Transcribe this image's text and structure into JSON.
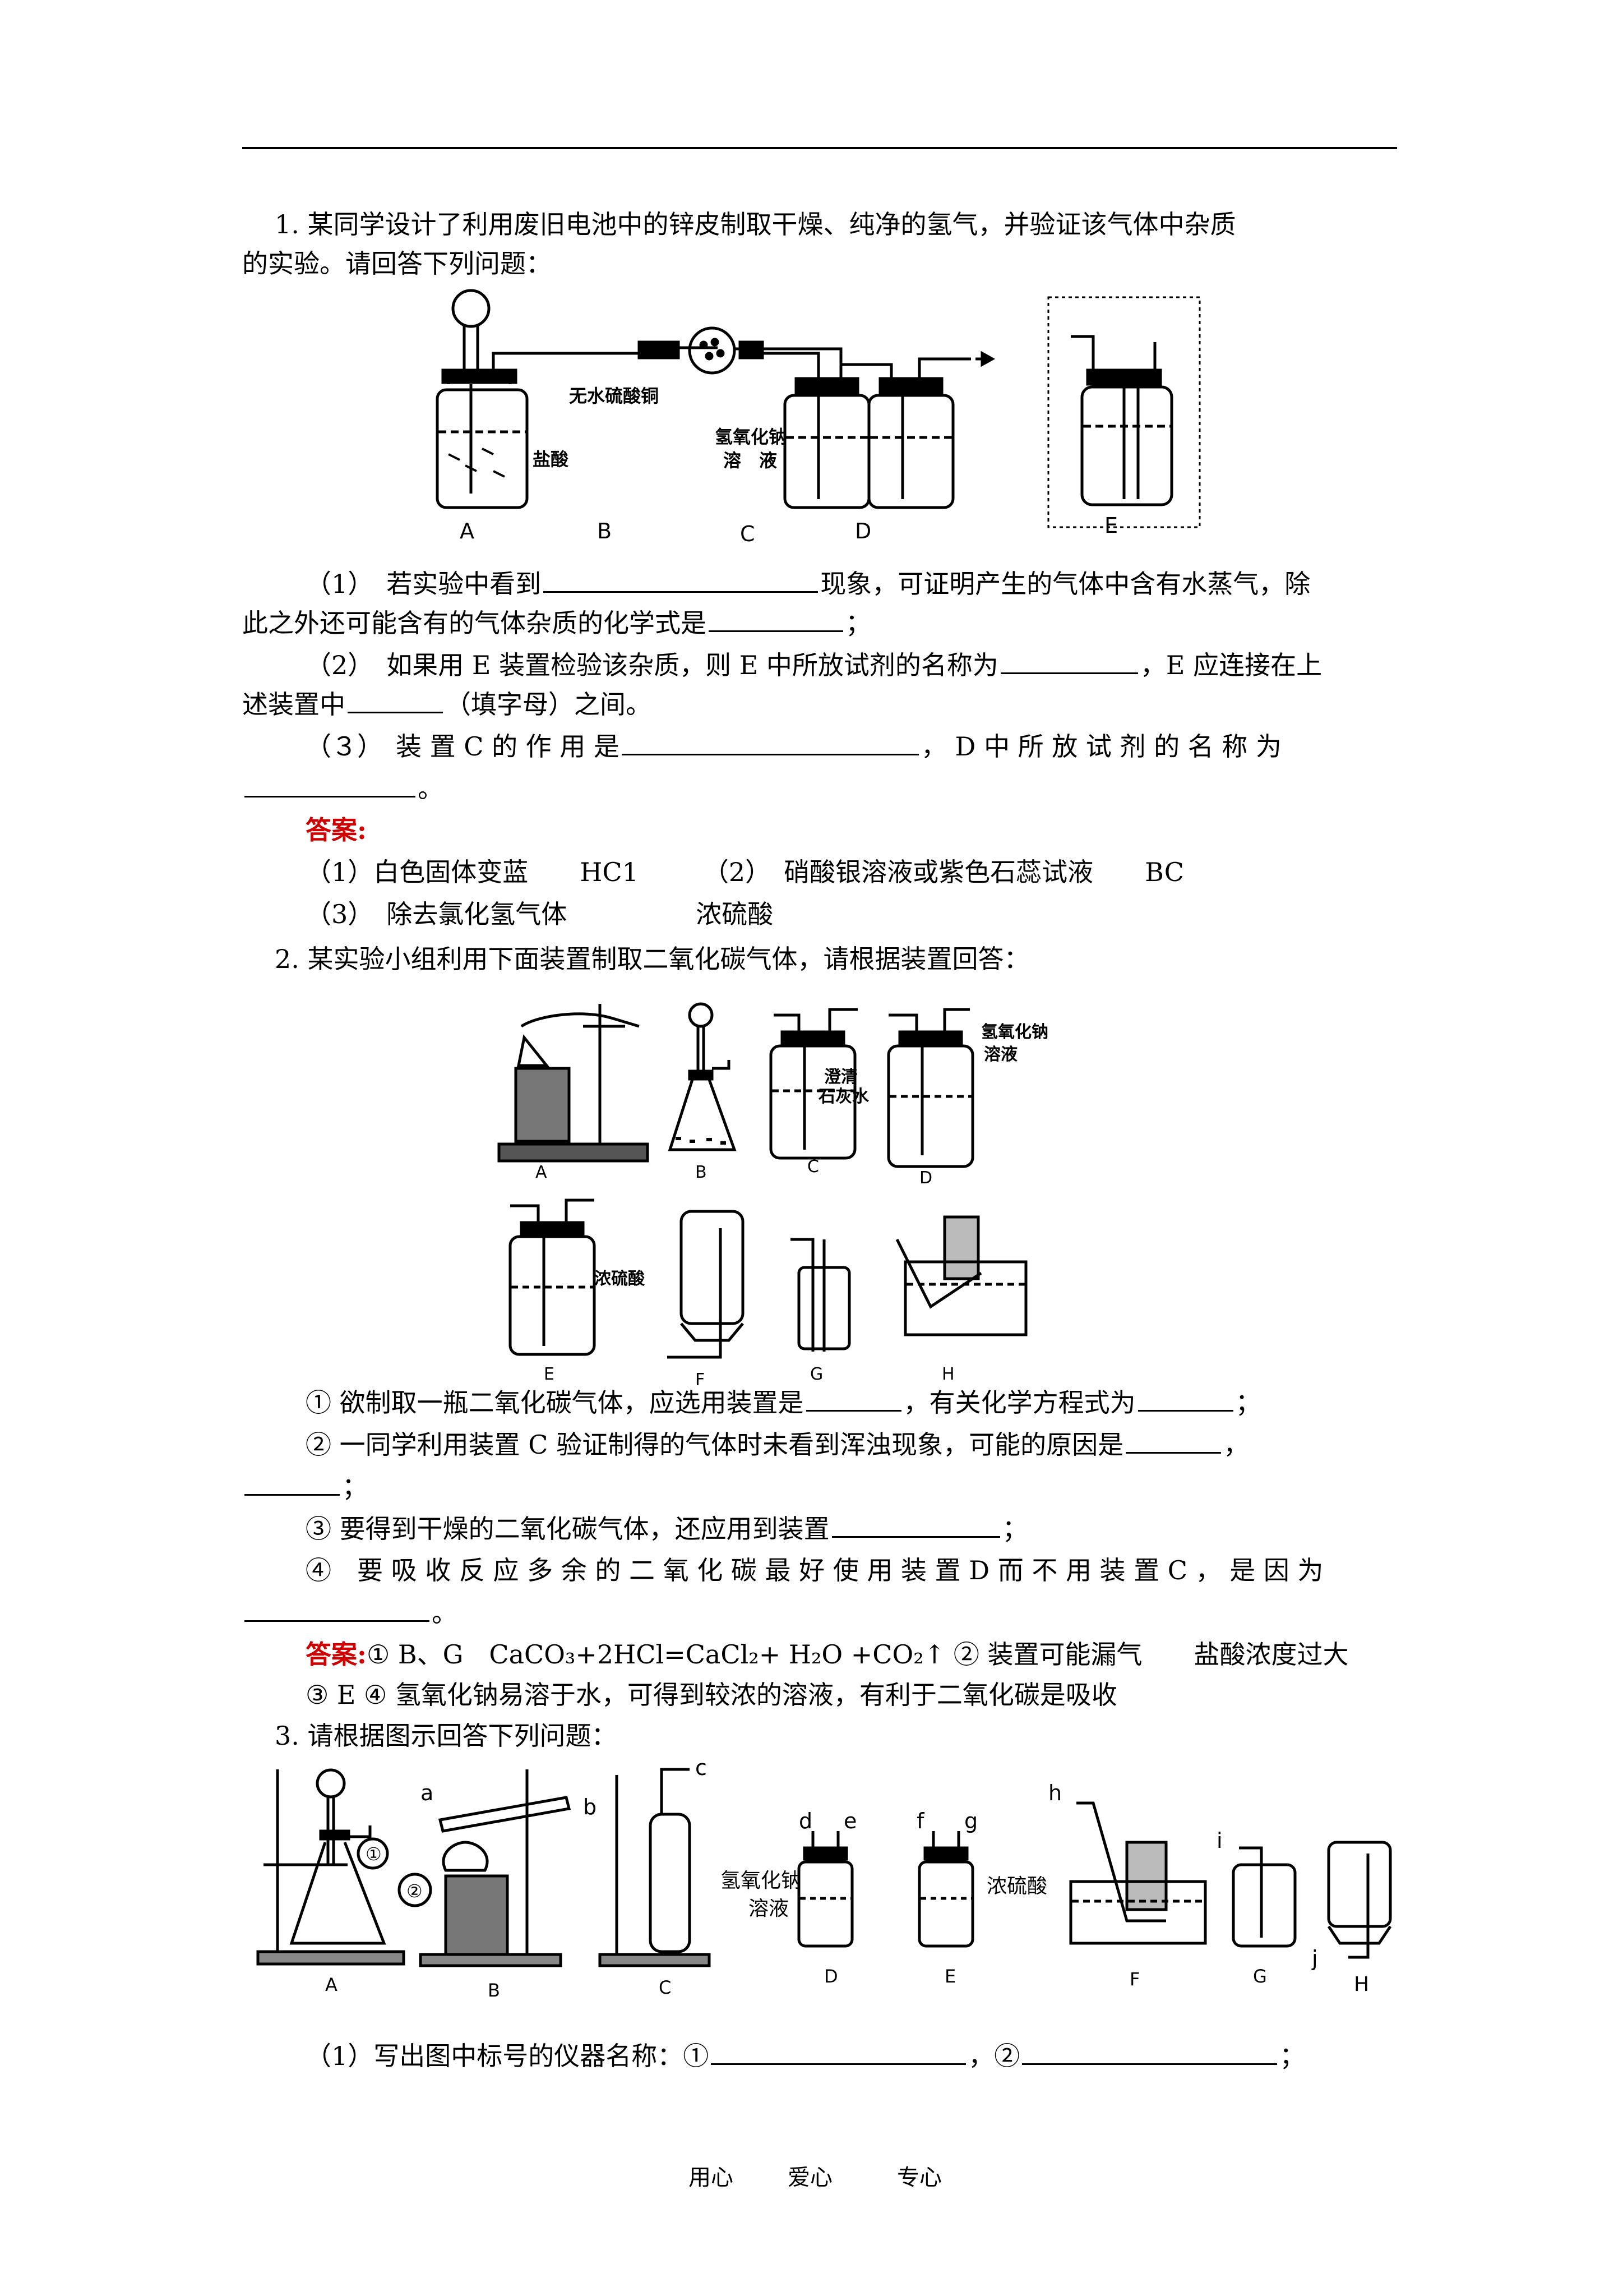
{
  "q1": {
    "stem_l1": "1.   某同学设计了利用废旧电池中的锌皮制取干燥、纯净的氢气，并验证该气体中杂质",
    "stem_l2": "的实验。请回答下列问题：",
    "fig_labels": {
      "A": "A",
      "B": "B",
      "C": "C",
      "D": "D",
      "E": "E",
      "salt_acid": "盐酸",
      "anhydrous": "无水硫酸铜",
      "naoh1": "氢氧化钠",
      "naoh2": "溶　液"
    },
    "p1a": "（1）　若实验中看到",
    "p1b": "现象，可证明产生的气体中含有水蒸气，除",
    "p1c": "此之外还可能含有的气体杂质的化学式是",
    "p1d": "；",
    "p2a": "（2）　如果用 E 装置检验该杂质，则 E 中所放试剂的名称为",
    "p2b": "，E 应连接在上",
    "p2c": "述装置中",
    "p2d": "（填字母）之间。",
    "p3a": "（３）　装 置 C 的 作 用 是",
    "p3b": "， D 中 所 放 试 剂 的 名 称 为",
    "p3c": "。",
    "ans_label": "答案:",
    "ans1": "（1）白色固体变蓝　　HC1　　　（2）　硝酸银溶液或紫色石蕊试液　　BC",
    "ans2": "（3）　除去氯化氢气体　　　　　浓硫酸"
  },
  "q2": {
    "stem": "2. 某实验小组利用下面装置制取二氧化碳气体，请根据装置回答：",
    "fig_labels": {
      "A": "A",
      "B": "B",
      "C": "C",
      "D": "D",
      "E": "E",
      "F": "F",
      "G": "G",
      "H": "H",
      "limewater1": "澄清",
      "limewater2": "石灰水",
      "naoh1": "氢氧化钠",
      "naoh2": "溶液",
      "h2so4": "浓硫酸"
    },
    "p1a": "①  欲制取一瓶二氧化碳气体，应选用装置是",
    "p1b": "，有关化学方程式为",
    "p1c": "；",
    "p2a": "②  一同学利用装置 C 验证制得的气体时未看到浑浊现象，可能的原因是",
    "p2b": "，",
    "p2c": "；",
    "p3a": "③  要得到干燥的二氧化碳气体，还应用到装置",
    "p3b": "；",
    "p4a": "④　要 吸 收 反 应 多 余 的 二 氧 化 碳 最 好 使 用 装 置 D 而 不 用 装 置 C ， 是 因 为",
    "p4b": "。",
    "ans_label": "答案:",
    "ans1": "① B、G　CaCO₃+2HCl=CaCl₂+ H₂O +CO₂↑  ② 装置可能漏气　　盐酸浓度过大",
    "ans2": "③ E  ④ 氢氧化钠易溶于水，可得到较浓的溶液，有利于二氧化碳是吸收"
  },
  "q3": {
    "stem": "3. 请根据图示回答下列问题：",
    "fig_labels": {
      "A": "A",
      "B": "B",
      "C": "C",
      "D": "D",
      "E": "E",
      "F": "F",
      "G": "G",
      "H": "H",
      "c1": "①",
      "c2": "②",
      "a": "a",
      "b": "b",
      "c": "c",
      "d": "d",
      "e": "e",
      "f": "f",
      "g": "g",
      "h": "h",
      "i": "i",
      "j": "j",
      "naoh1": "氢氧化钠",
      "naoh2": "溶液",
      "h2so4": "浓硫酸"
    },
    "p1a": "（1）写出图中标号的仪器名称：①",
    "p1b": "，②",
    "p1c": "；"
  },
  "footer": {
    "a": "用心",
    "b": "爱心",
    "c": "专心"
  }
}
